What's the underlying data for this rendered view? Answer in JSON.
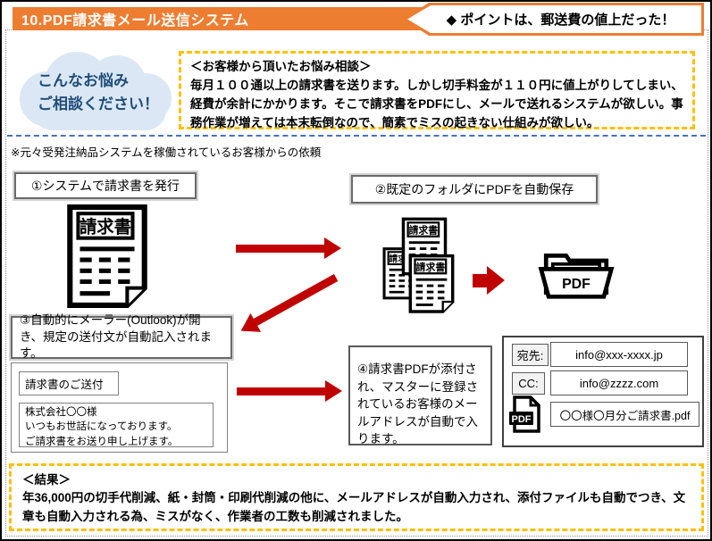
{
  "header": {
    "title": "10.PDF請求書メール送信システム",
    "point": "◆ ポイントは、郵送費の値上だった！"
  },
  "consult": {
    "cloud_line1": "こんなお悩み",
    "cloud_line2": "ご相談ください！",
    "title": "＜お客様から頂いたお悩み相談＞",
    "body": "毎月１００通以上の請求書を送ります。しかし切手料金が１１０円に値上がりしてしまい、経費が余計にかかります。そこで請求書をPDFにし、メールで送れるシステムが欲しい。事務作業が増えては本末転倒なので、簡素でミスの起きない仕組みが欲しい。"
  },
  "flow": {
    "note": "※元々受発注納品システムを稼働されているお客様からの依頼",
    "step1": "①システムで請求書を発行",
    "step2": "②既定のフォルダにPDFを自動保存",
    "step3": "③自動的にメーラー(Outlook)が開き、規定の送付文が自動記入されます。",
    "step4": "④請求書PDFが添付され、マスターに登録されているお客様のメールアドレスが自動で入ります。",
    "invoice_label": "請求書",
    "folder_label": "PDF"
  },
  "mail": {
    "subject": "請求書のご送付",
    "body_line1": "株式会社〇〇様",
    "body_line2": "いつもお世話になっております。",
    "body_line3": "ご請求書をお送り申し上げます。",
    "to_label": "宛先:",
    "to_value": "info@xxx-xxxx.jp",
    "cc_label": "CC:",
    "cc_value": "info@zzzz.com",
    "pdf_badge": "PDF",
    "attachment_name": "〇〇様〇月分ご請求書.pdf"
  },
  "result": {
    "title": "＜結果＞",
    "body": "年36,000円の切手代削減、紙・封筒・印刷代削減の他に、メールアドレスが自動入力され、添付ファイルも自動でつき、文章も自動入力される為、ミスがなく、作業者の工数も削減されました。"
  },
  "colors": {
    "accent_orange": "#ED7D31",
    "gold_dashed_border": "#FFC000",
    "blue_dashed_divider": "#4472C4",
    "arrow_red": "#C00000",
    "cloud_fill": "#DBE7F4",
    "cloud_text": "#1F4E79"
  }
}
